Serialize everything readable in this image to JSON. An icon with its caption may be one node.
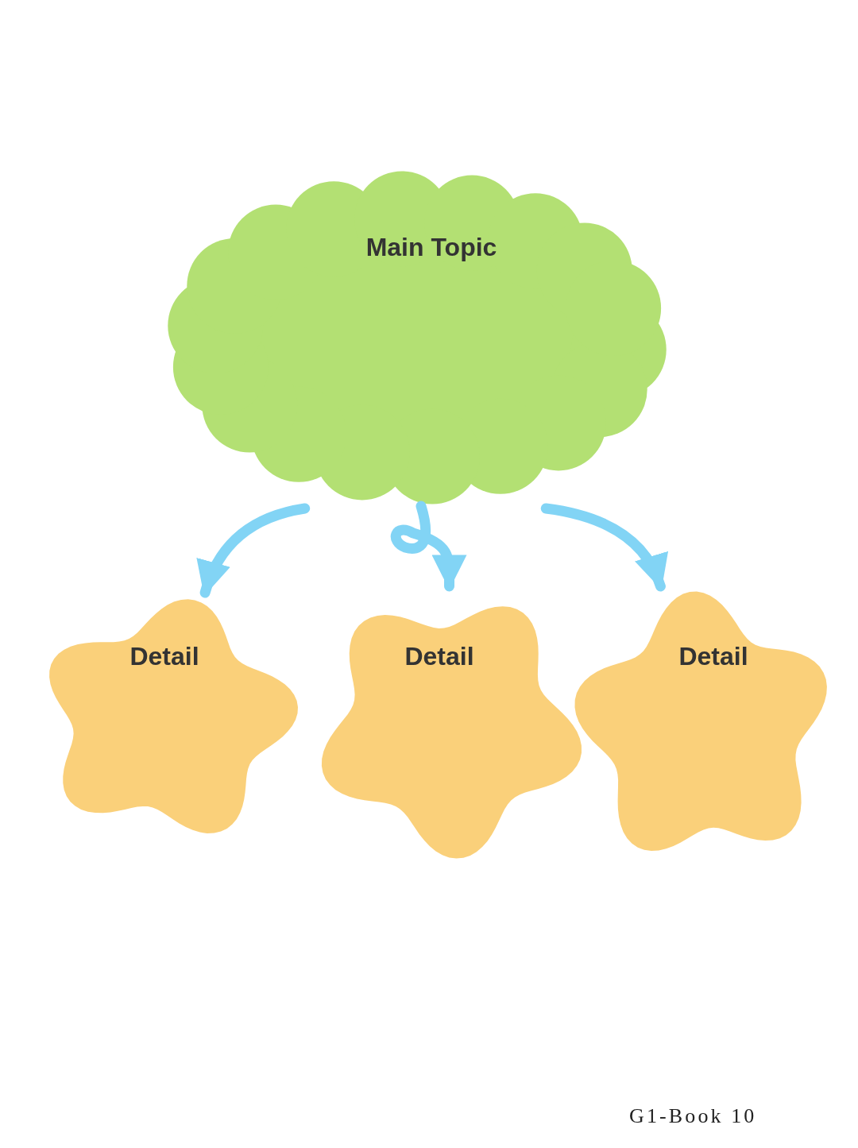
{
  "diagram": {
    "nodes": [
      {
        "text": [
          "Main Topic"
        ]
      },
      {
        "text": [
          "Detail"
        ]
      },
      {
        "text": [
          "Detail"
        ]
      },
      {
        "text": [
          "Detail"
        ]
      }
    ],
    "edges": [
      {
        "from": 0,
        "to": 1,
        "arrow": "to"
      },
      {
        "from": 0,
        "to": 2,
        "arrow": "to"
      },
      {
        "from": 0,
        "to": 3,
        "arrow": "to"
      }
    ],
    "labels": [
      "G1-Book 10"
    ]
  }
}
